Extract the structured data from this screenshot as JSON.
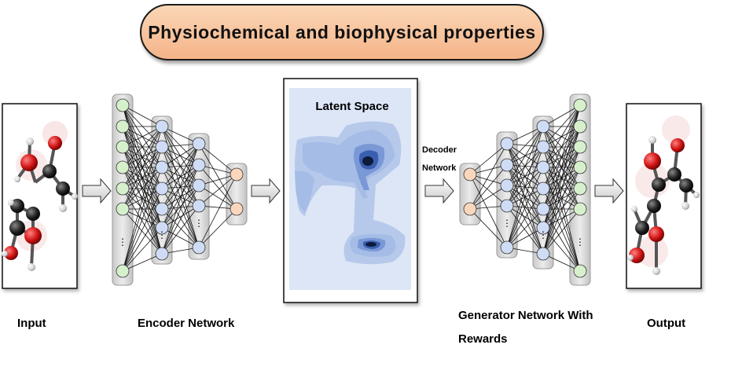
{
  "title": "Physiochemical and biophysical properties",
  "labels": {
    "input": "Input",
    "encoder": "Encoder Network",
    "latent": "Latent Space",
    "decoder_line1": "Decoder",
    "decoder_line2": "Network",
    "generator_line1": "Generator Network With",
    "generator_line2": "Rewards",
    "output": "Output"
  },
  "colors": {
    "title_fill": "#f6c49e",
    "node_green": "#d6f0cc",
    "node_blue": "#cfdcf5",
    "node_peach": "#f9d6bc",
    "latent_bg": "#dce6f6",
    "atom_red": "#cc1111",
    "atom_black": "#1a1a1a",
    "atom_white": "#dddddd"
  }
}
